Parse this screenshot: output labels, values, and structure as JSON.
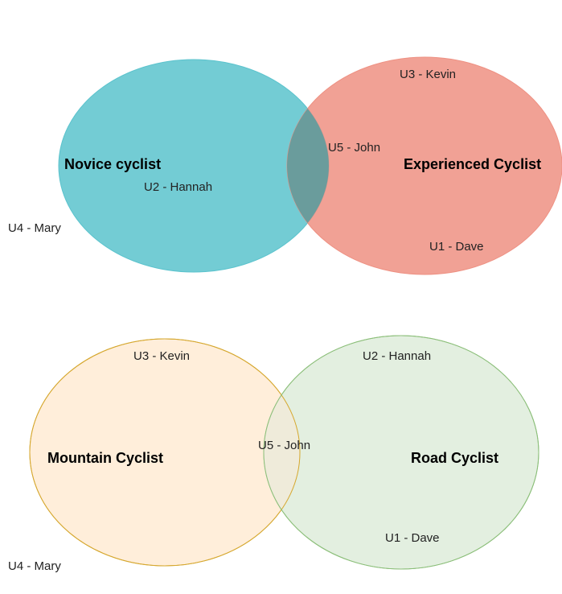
{
  "diagrams": [
    {
      "sets": [
        {
          "label": "Novice cyclist",
          "fill": "#5BC3CD",
          "stroke": "#5BC3CD"
        },
        {
          "label": "Experienced Cyclist",
          "fill": "#EE9183",
          "stroke": "#EE9183"
        }
      ],
      "members": {
        "set_a_only": "U2 - Hannah",
        "set_b_top": "U3 - Kevin",
        "intersection": "U5 - John",
        "set_b_bottom": "U1 - Dave",
        "outside": "U4 - Mary"
      }
    },
    {
      "sets": [
        {
          "label": "Mountain Cyclist",
          "fill": "#FFEBD4",
          "stroke": "#D6A830"
        },
        {
          "label": "Road Cyclist",
          "fill": "#DCEBD8",
          "stroke": "#8CBF7A"
        }
      ],
      "members": {
        "set_a_top": "U3 - Kevin",
        "set_b_top": "U2 - Hannah",
        "intersection": "U5 - John",
        "set_b_bottom": "U1 - Dave",
        "outside": "U4 - Mary"
      }
    }
  ]
}
